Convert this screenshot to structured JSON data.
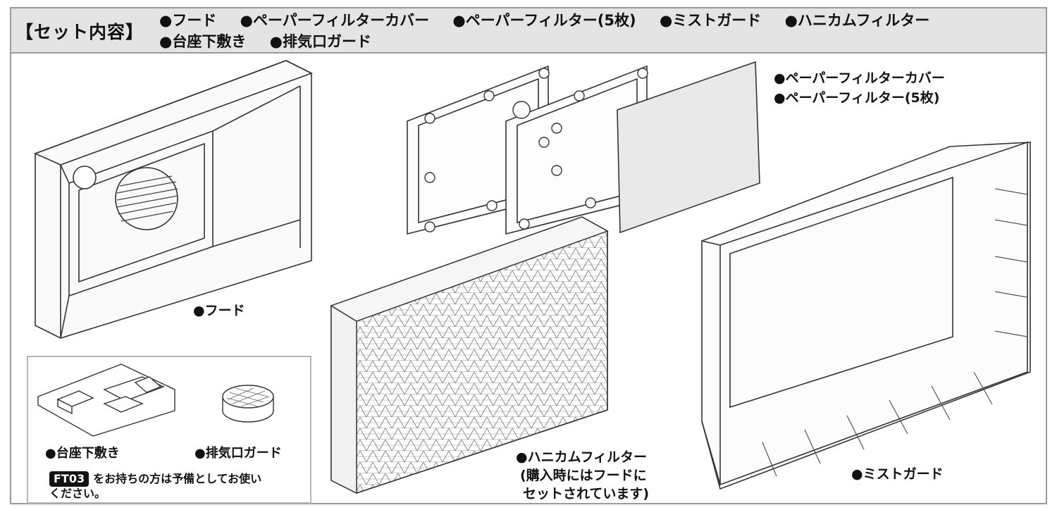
{
  "header": {
    "title": "【セット内容】",
    "items": [
      "●フード",
      "●ペーパーフィルターカバー",
      "●ペーパーフィルター(5枚)",
      "●ミストガード",
      "●ハニカムフィルター",
      "●台座下敷き",
      "●排気口ガード"
    ]
  },
  "labels": {
    "hood": "●フード",
    "paper_cover": "●ペーパーフィルターカバー",
    "paper_filter": "●ペーパーフィルター(5枚)",
    "mist_guard": "●ミストガード",
    "honeycomb_line1": "●ハニカムフィルター",
    "honeycomb_line2": "(購入時にはフードに",
    "honeycomb_line3": "セットされています)",
    "base_sheet": "●台座下敷き",
    "exhaust_guard": "●排気口ガード"
  },
  "note": {
    "badge": "FT03",
    "text_line1": "をお持ちの方は予備としてお使い",
    "text_line2": "ください。"
  }
}
